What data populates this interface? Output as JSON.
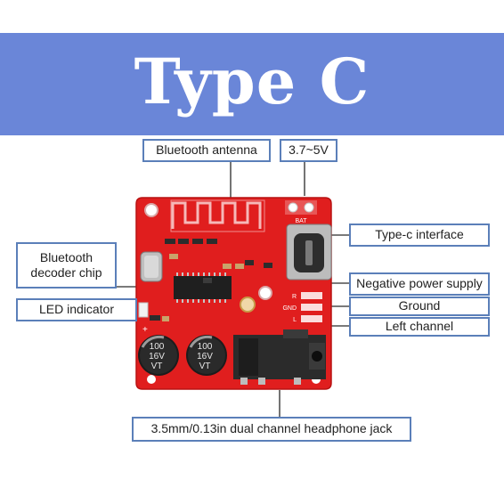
{
  "title": "Type C",
  "labels": {
    "antenna": "Bluetooth antenna",
    "voltage": "3.7~5V",
    "decoder_line1": "Bluetooth",
    "decoder_line2": "decoder chip",
    "led": "LED indicator",
    "typec": "Type-c interface",
    "negative": "Negative power supply",
    "ground": "Ground",
    "left": "Left channel",
    "jack": "3.5mm/0.13in dual channel headphone jack"
  },
  "board_text": {
    "bat": "BAT",
    "cap1_line1": "100",
    "cap1_line2": "16V",
    "cap1_line3": "VT",
    "cap2_line1": "100",
    "cap2_line2": "16V",
    "cap2_line3": "VT",
    "r_pad": "R",
    "gnd_pad": "GND",
    "l_pad": "L",
    "plus": "+"
  },
  "colors": {
    "banner": "#6a86d8",
    "pcb": "#e01e1e",
    "label_border": "#5b7fb9"
  }
}
